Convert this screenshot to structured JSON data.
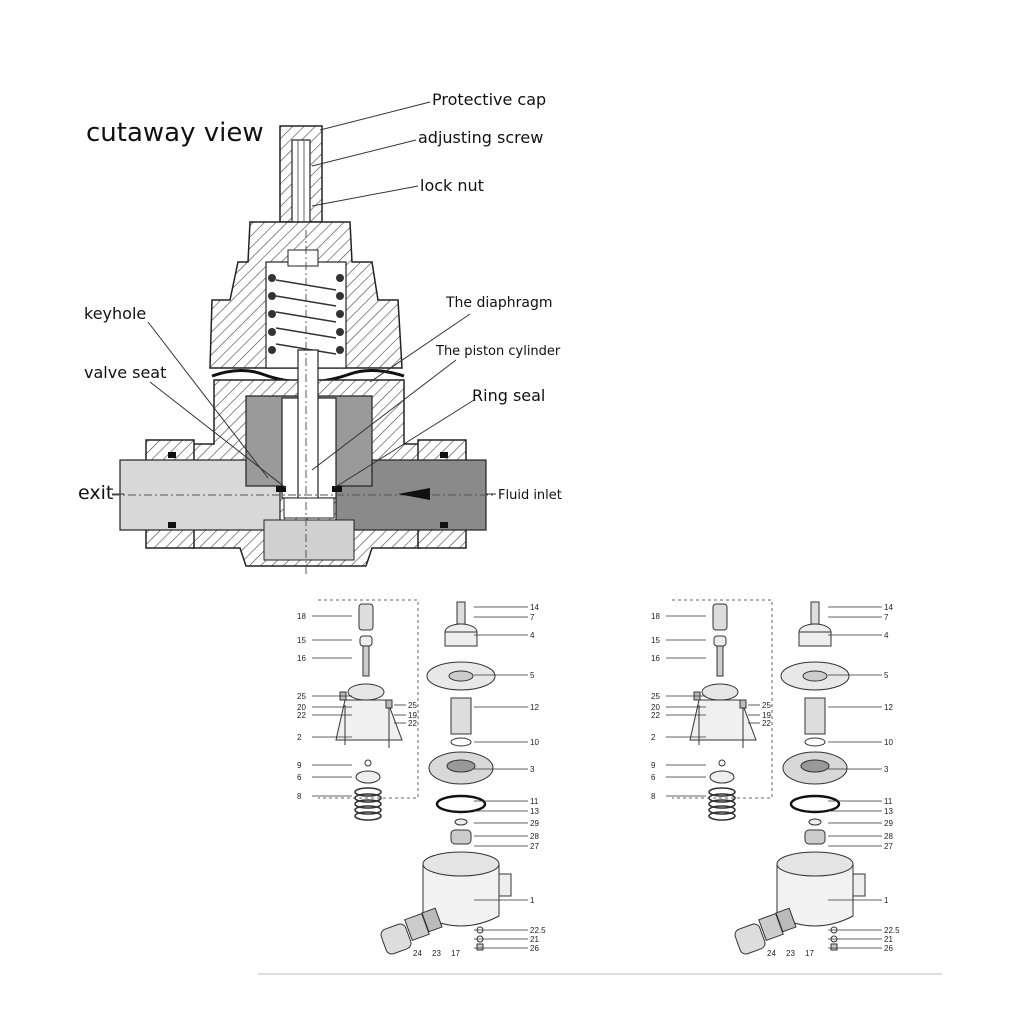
{
  "cutaway": {
    "title": "cutaway view",
    "labels": {
      "protective_cap": "Protective cap",
      "adjusting_screw": "adjusting screw",
      "lock_nut": "lock nut",
      "keyhole": "keyhole",
      "valve_seat": "valve seat",
      "diaphragm": "The diaphragm",
      "piston_cylinder": "The piston cylinder",
      "ring_seal": "Ring seal",
      "exit": "exit",
      "fluid_inlet": "Fluid inlet"
    }
  },
  "exploded": {
    "left_numbers": [
      "18",
      "15",
      "16",
      "25",
      "20",
      "22",
      "2",
      "9",
      "6",
      "8"
    ],
    "mid_numbers": [
      "25",
      "19",
      "22"
    ],
    "right_numbers": [
      "14",
      "7",
      "4",
      "5",
      "12",
      "10",
      "3",
      "11",
      "13",
      "29",
      "28",
      "27",
      "1",
      "22.5",
      "21",
      "26"
    ],
    "bottom_numbers": [
      "24",
      "23",
      "17"
    ]
  }
}
